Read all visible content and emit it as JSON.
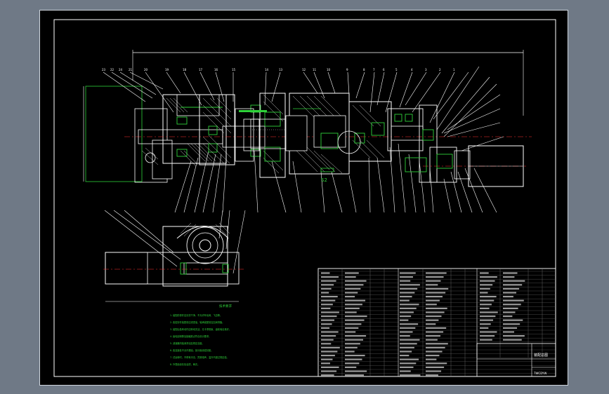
{
  "drawing": {
    "section_label": "S2",
    "notes_title": "技术要求",
    "notes_lines": [
      "1. 装配前零件应清洗干净，不允许有毛刺、飞边等。",
      "2. 各密封件装配前应浸透油，轴承装配前应加润滑脂。",
      "3. 装配后各转动件应转动灵活，无卡滞现象，齿轮啮合良好。",
      "4. 齿轮副侧隙及接触斑点符合设计要求。",
      "5. 减速器内装润滑油至规定高度。",
      "6. 各连接处不允许漏油，剖分面涂密封胶。",
      "7. 试运转时，不得有冲击、异常噪声，温升不超过规定值。",
      "8. 外表面涂灰色油漆，两次。"
    ],
    "title_block": {
      "name": "装配总图",
      "code": "TWCDYW"
    }
  }
}
